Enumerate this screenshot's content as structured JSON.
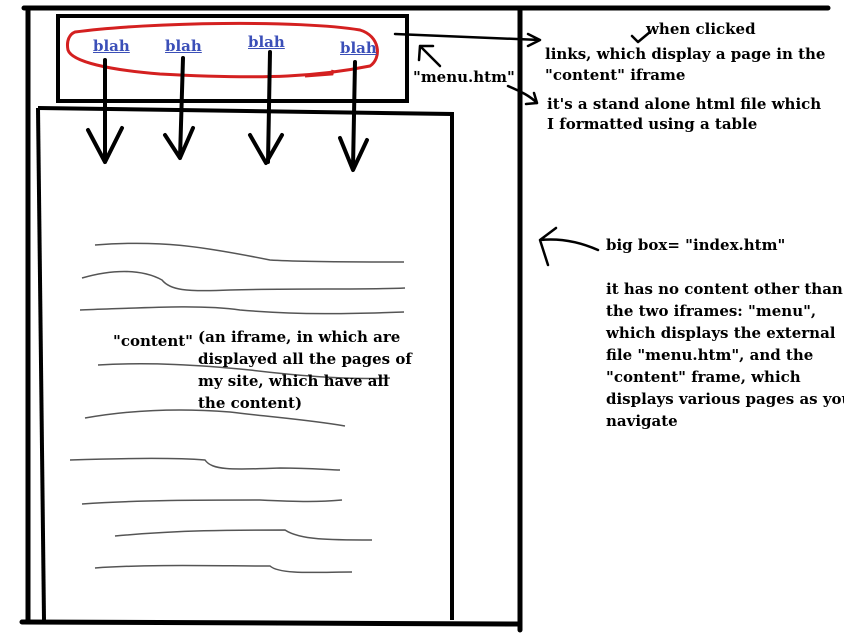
{
  "menu": {
    "links": [
      "blah",
      "blah",
      "blah",
      "blah"
    ],
    "label": "\"menu.htm\""
  },
  "annotations": {
    "when_clicked": "when clicked",
    "links_desc": [
      "links, which display  a page in the",
      "\"content\" iframe"
    ],
    "standalone": [
      "it's a stand alone html file which",
      "I formatted using a table"
    ],
    "index_title": "big box= \"index.htm\"",
    "index_desc": [
      "it has no content other than",
      "the two iframes: \"menu\",",
      "which displays the external",
      "file \"menu.htm\", and the",
      "\"content\" frame, which",
      "displays various pages as you",
      "navigate"
    ]
  },
  "content": {
    "label": "\"content\"",
    "desc": [
      "(an iframe, in which are",
      "displayed all the pages of",
      "my site, which have all",
      "the content)"
    ]
  },
  "colors": {
    "ink": "#000000",
    "link": "#3b4fb8",
    "highlight": "#d42020",
    "scribble": "#444444"
  }
}
